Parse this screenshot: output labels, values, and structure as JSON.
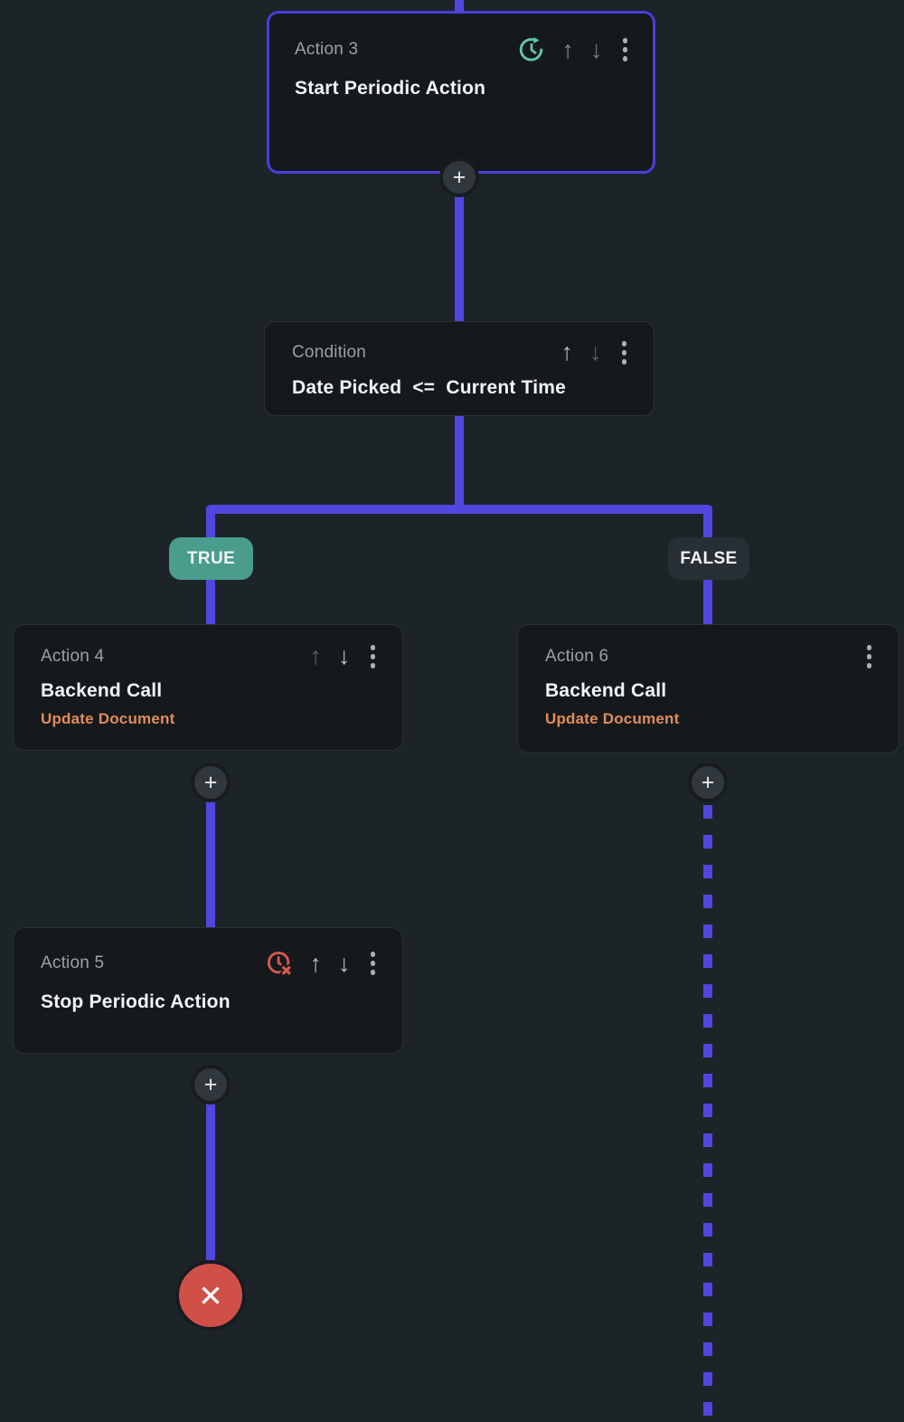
{
  "app": {
    "background": "#1d2428"
  },
  "colors": {
    "connector": "#5246e0",
    "selected_card_border": "#4b3ddd",
    "card_background": "#15191c",
    "card_border": "#2b3237",
    "label_gray": "#99a1a8",
    "title_white": "#f3f5f6",
    "subtitle_orange": "#e08d5a",
    "true_pill": "#4a9c8d",
    "false_pill": "#272e34",
    "periodic_icon_teal": "#5fc9a9",
    "stop_icon_red": "#d65a4e",
    "end_node_red": "#d05048",
    "plus_button": "#30373d"
  },
  "icons": {
    "arrow_up": "↑",
    "arrow_down": "↓",
    "menu": "⋮",
    "plus": "+",
    "close": "✕"
  },
  "nodes": {
    "action3": {
      "label": "Action 3",
      "title": "Start Periodic Action",
      "icon": "periodic-clock-icon",
      "selected": true
    },
    "condition": {
      "label": "Condition",
      "title": "Date Picked  <=  Current Time"
    },
    "action4": {
      "label": "Action 4",
      "title": "Backend Call",
      "subtitle": "Update Document"
    },
    "action6": {
      "label": "Action 6",
      "title": "Backend Call",
      "subtitle": "Update Document"
    },
    "action5": {
      "label": "Action 5",
      "title": "Stop Periodic Action",
      "icon": "stop-periodic-clock-icon"
    }
  },
  "branch": {
    "true_label": "TRUE",
    "false_label": "FALSE"
  }
}
